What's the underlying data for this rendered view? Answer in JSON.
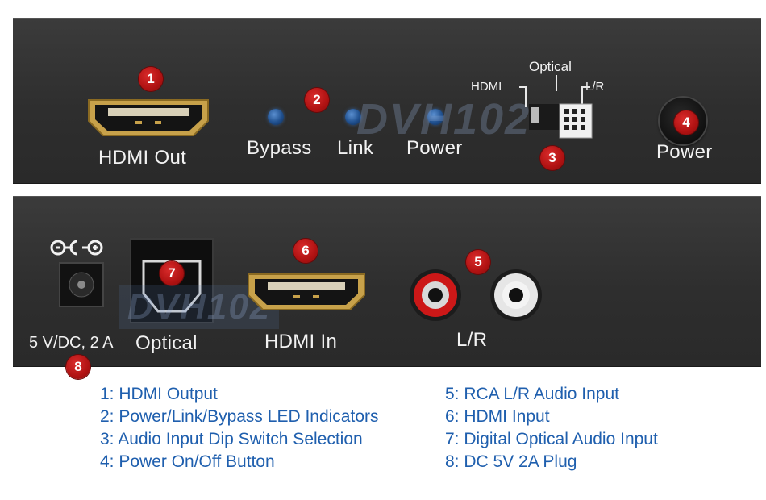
{
  "front": {
    "watermark": "DVH102",
    "hdmi_out_label": "HDMI Out",
    "leds": [
      "Bypass",
      "Link",
      "Power"
    ],
    "switch_labels": {
      "hdmi": "HDMI",
      "optical": "Optical",
      "lr": "L/R"
    },
    "power_label": "Power",
    "badges": [
      "1",
      "2",
      "3",
      "4"
    ]
  },
  "back": {
    "watermark": "DVH102",
    "dc_label": "5 V/DC, 2 A",
    "optical_label": "Optical",
    "hdmi_in_label": "HDMI In",
    "lr_label": "L/R",
    "badges": [
      "5",
      "6",
      "7",
      "8"
    ]
  },
  "legend": {
    "left": [
      "1: HDMI Output",
      "2: Power/Link/Bypass LED Indicators",
      "3: Audio Input Dip Switch Selection",
      "4: Power On/Off Button"
    ],
    "right": [
      "5: RCA L/R Audio Input",
      "6: HDMI Input",
      "7: Digital Optical Audio Input",
      "8: DC 5V 2A Plug"
    ]
  },
  "colors": {
    "panel": "#333333",
    "badge": "#c01818",
    "legend_text": "#1f5fae",
    "led": "#2f6fb8",
    "rca_left": "#d01818",
    "rca_right": "#e8e8e8"
  },
  "icons": [
    "hdmi-port-icon",
    "led-icon",
    "dip-switch-icon",
    "power-button-icon",
    "dc-jack-icon",
    "optical-port-icon",
    "rca-jack-icon",
    "dc-polarity-icon"
  ]
}
